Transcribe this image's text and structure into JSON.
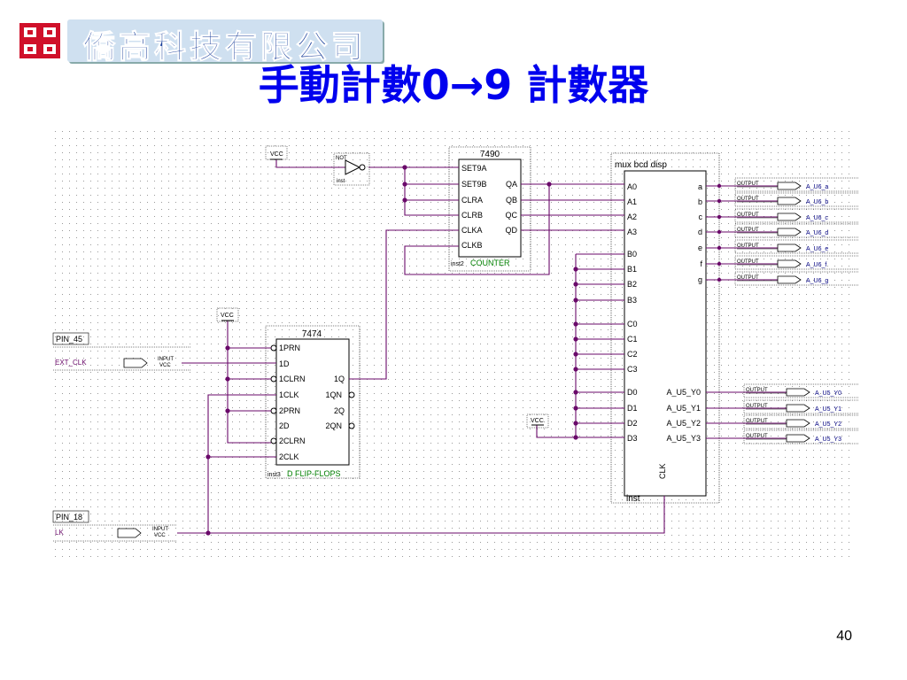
{
  "logo": {
    "text": "僑高科技有限公司",
    "mark": "logo-mark"
  },
  "title": "手動計數0→9 計數器",
  "page_number": "40",
  "colors": {
    "wire": "#6a0a6a",
    "component": "#000000",
    "pin_label": "#000080",
    "title": "#0000ee",
    "grid": "#9a9a9a"
  },
  "left_pins": {
    "pin45": "PIN_45",
    "ext_clk": "EXT_CLK",
    "pin18": "PIN_18",
    "lk": "LK",
    "input_label": "INPUT",
    "vcc_label": "VCC"
  },
  "vcc_label": "VCC",
  "not_gate": {
    "top": "NOT",
    "bottom": "inst"
  },
  "counter_7490": {
    "name": "7490",
    "inputs": [
      "SET9A",
      "SET9B",
      "CLRA",
      "CLRB",
      "CLKA",
      "CLKB"
    ],
    "outputs": [
      "QA",
      "QB",
      "QC",
      "QD"
    ],
    "inst": "inst2",
    "type": "COUNTER"
  },
  "ff_7474": {
    "name": "7474",
    "inputs": [
      "1PRN",
      "1D",
      "1CLRN",
      "1CLK",
      "2PRN",
      "2D",
      "2CLRN",
      "2CLK"
    ],
    "outputs": [
      "1Q",
      "1QN",
      "2Q",
      "2QN"
    ],
    "inst": "inst3",
    "type": "D FLIP-FLOPS"
  },
  "mux": {
    "name": "mux bcd disp",
    "inputs": [
      "A0",
      "A1",
      "A2",
      "A3",
      "B0",
      "B1",
      "B2",
      "B3",
      "C0",
      "C1",
      "C2",
      "C3",
      "D0",
      "D1",
      "D2",
      "D3"
    ],
    "seg_outputs": [
      "a",
      "b",
      "c",
      "d",
      "e",
      "f",
      "g"
    ],
    "sel_outputs": [
      "A_U5_Y0",
      "A_U5_Y1",
      "A_U5_Y2",
      "A_U5_Y3"
    ],
    "clk": "CLK",
    "inst": "inst"
  },
  "outputs": {
    "label": "OUTPUT",
    "segments": [
      "A_U6_a",
      "A_U6_b",
      "A_U6_c",
      "A_U6_d",
      "A_U6_e",
      "A_U6_f",
      "A_U6_g"
    ],
    "selects": [
      "A_U5_Y0",
      "A_U5_Y1",
      "A_U5_Y2",
      "A_U5_Y3"
    ]
  }
}
